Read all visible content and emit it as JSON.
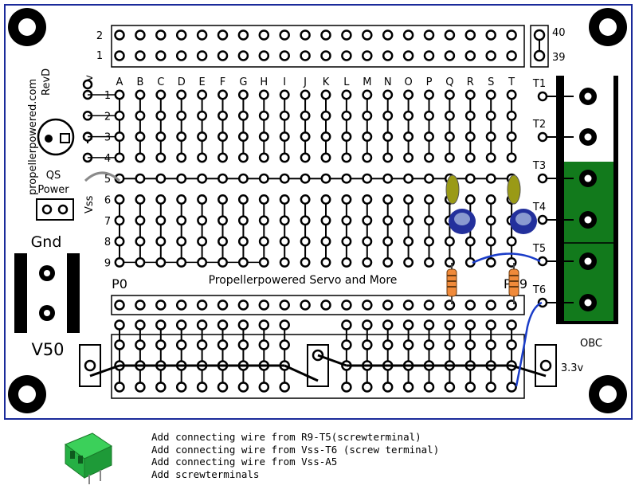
{
  "board": {
    "website": "propellerpowered.com",
    "revision": "RevD",
    "header_rows": [
      "2",
      "1"
    ],
    "header_right": [
      "40",
      "39"
    ],
    "columns": [
      "A",
      "B",
      "C",
      "D",
      "E",
      "F",
      "G",
      "H",
      "I",
      "J",
      "K",
      "L",
      "M",
      "N",
      "O",
      "P",
      "Q",
      "R",
      "S",
      "T"
    ],
    "rows": [
      "1",
      "2",
      "3",
      "4",
      "5",
      "6",
      "7",
      "8",
      "9"
    ],
    "rail_5v": "5v",
    "rail_vss": "Vss",
    "plus": "+",
    "qs_line1": "QS",
    "qs_line2": "Power",
    "gnd": "Gnd",
    "v50": "V50",
    "p0": "P0",
    "p19": "P19",
    "banner": "Propellerpowered Servo and More",
    "terminals": [
      "T1",
      "T2",
      "T3",
      "T4",
      "T5",
      "T6"
    ],
    "obc": "OBC",
    "v33": "3.3v"
  },
  "notes": [
    "Add connecting wire from R9-T5(screwterminal)",
    "Add connecting wire from Vss-T6 (screw terminal)",
    "Add connecting wire from Vss-A5",
    "Add screwterminals"
  ],
  "colors": {
    "wire": "#1a3cc8",
    "terminal_green": "#127a1c",
    "capacitor_blue": "#23309c",
    "capacitor_yellow": "#9a9a16",
    "resistor": "#f08a3a"
  }
}
